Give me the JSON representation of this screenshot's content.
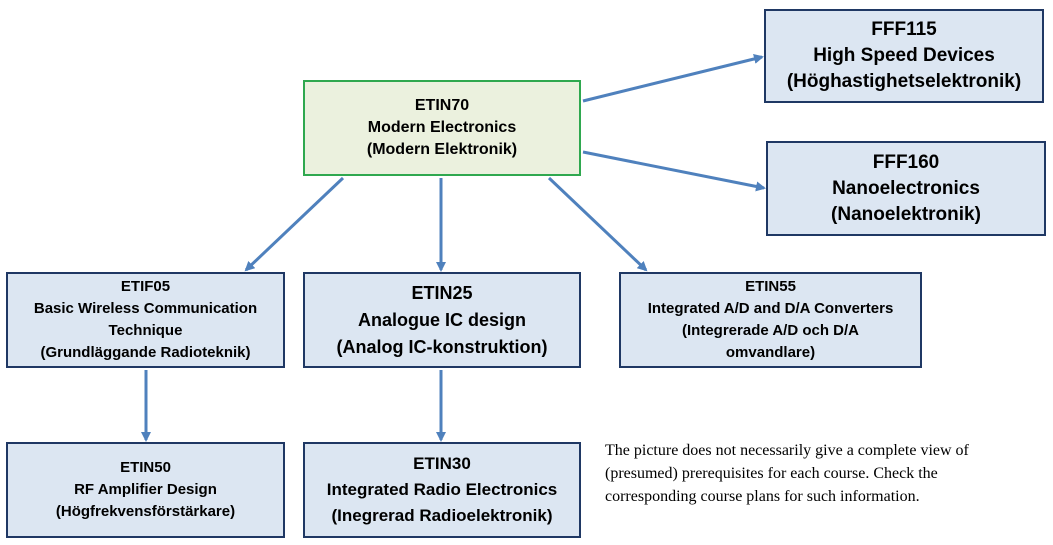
{
  "colors": {
    "node_fill": "#dce6f2",
    "node_border": "#1f3864",
    "root_fill": "#ebf1de",
    "root_border": "#2fa84f",
    "arrow": "#4f81bd"
  },
  "nodes": {
    "etin70": {
      "code": "ETIN70",
      "lines": [
        "Modern Electronics",
        "(Modern Elektronik)"
      ]
    },
    "fff115": {
      "code": "FFF115",
      "lines": [
        "High Speed Devices",
        "(Höghastighetselektronik)"
      ]
    },
    "fff160": {
      "code": "FFF160",
      "lines": [
        "Nanoelectronics",
        "(Nanoelektronik)"
      ]
    },
    "etif05": {
      "code": "ETIF05",
      "lines": [
        "Basic Wireless Communication",
        "Technique",
        "(Grundläggande  Radioteknik)"
      ]
    },
    "etin25": {
      "code": "ETIN25",
      "lines": [
        "Analogue IC design",
        "(Analog IC-konstruktion)"
      ]
    },
    "etin55": {
      "code": "ETIN55",
      "lines": [
        "Integrated A/D and D/A Converters",
        "(Integrerade A/D och D/A",
        "omvandlare)"
      ]
    },
    "etin50": {
      "code": "ETIN50",
      "lines": [
        "RF Amplifier Design",
        "(Högfrekvensförstärkare)"
      ]
    },
    "etin30": {
      "code": "ETIN30",
      "lines": [
        "Integrated Radio Electronics",
        "(Inegrerad Radioelektronik)"
      ]
    }
  },
  "edges": [
    {
      "from": "etin70",
      "to": "fff115"
    },
    {
      "from": "etin70",
      "to": "fff160"
    },
    {
      "from": "etin70",
      "to": "etif05"
    },
    {
      "from": "etin70",
      "to": "etin25"
    },
    {
      "from": "etin70",
      "to": "etin55"
    },
    {
      "from": "etif05",
      "to": "etin50"
    },
    {
      "from": "etin25",
      "to": "etin30"
    }
  ],
  "note": {
    "lines": [
      "The picture  does not necessarily  give a complete view of",
      "(presumed)  prerequisites  for each course. Check the",
      "corresponding course plans for such information."
    ]
  }
}
